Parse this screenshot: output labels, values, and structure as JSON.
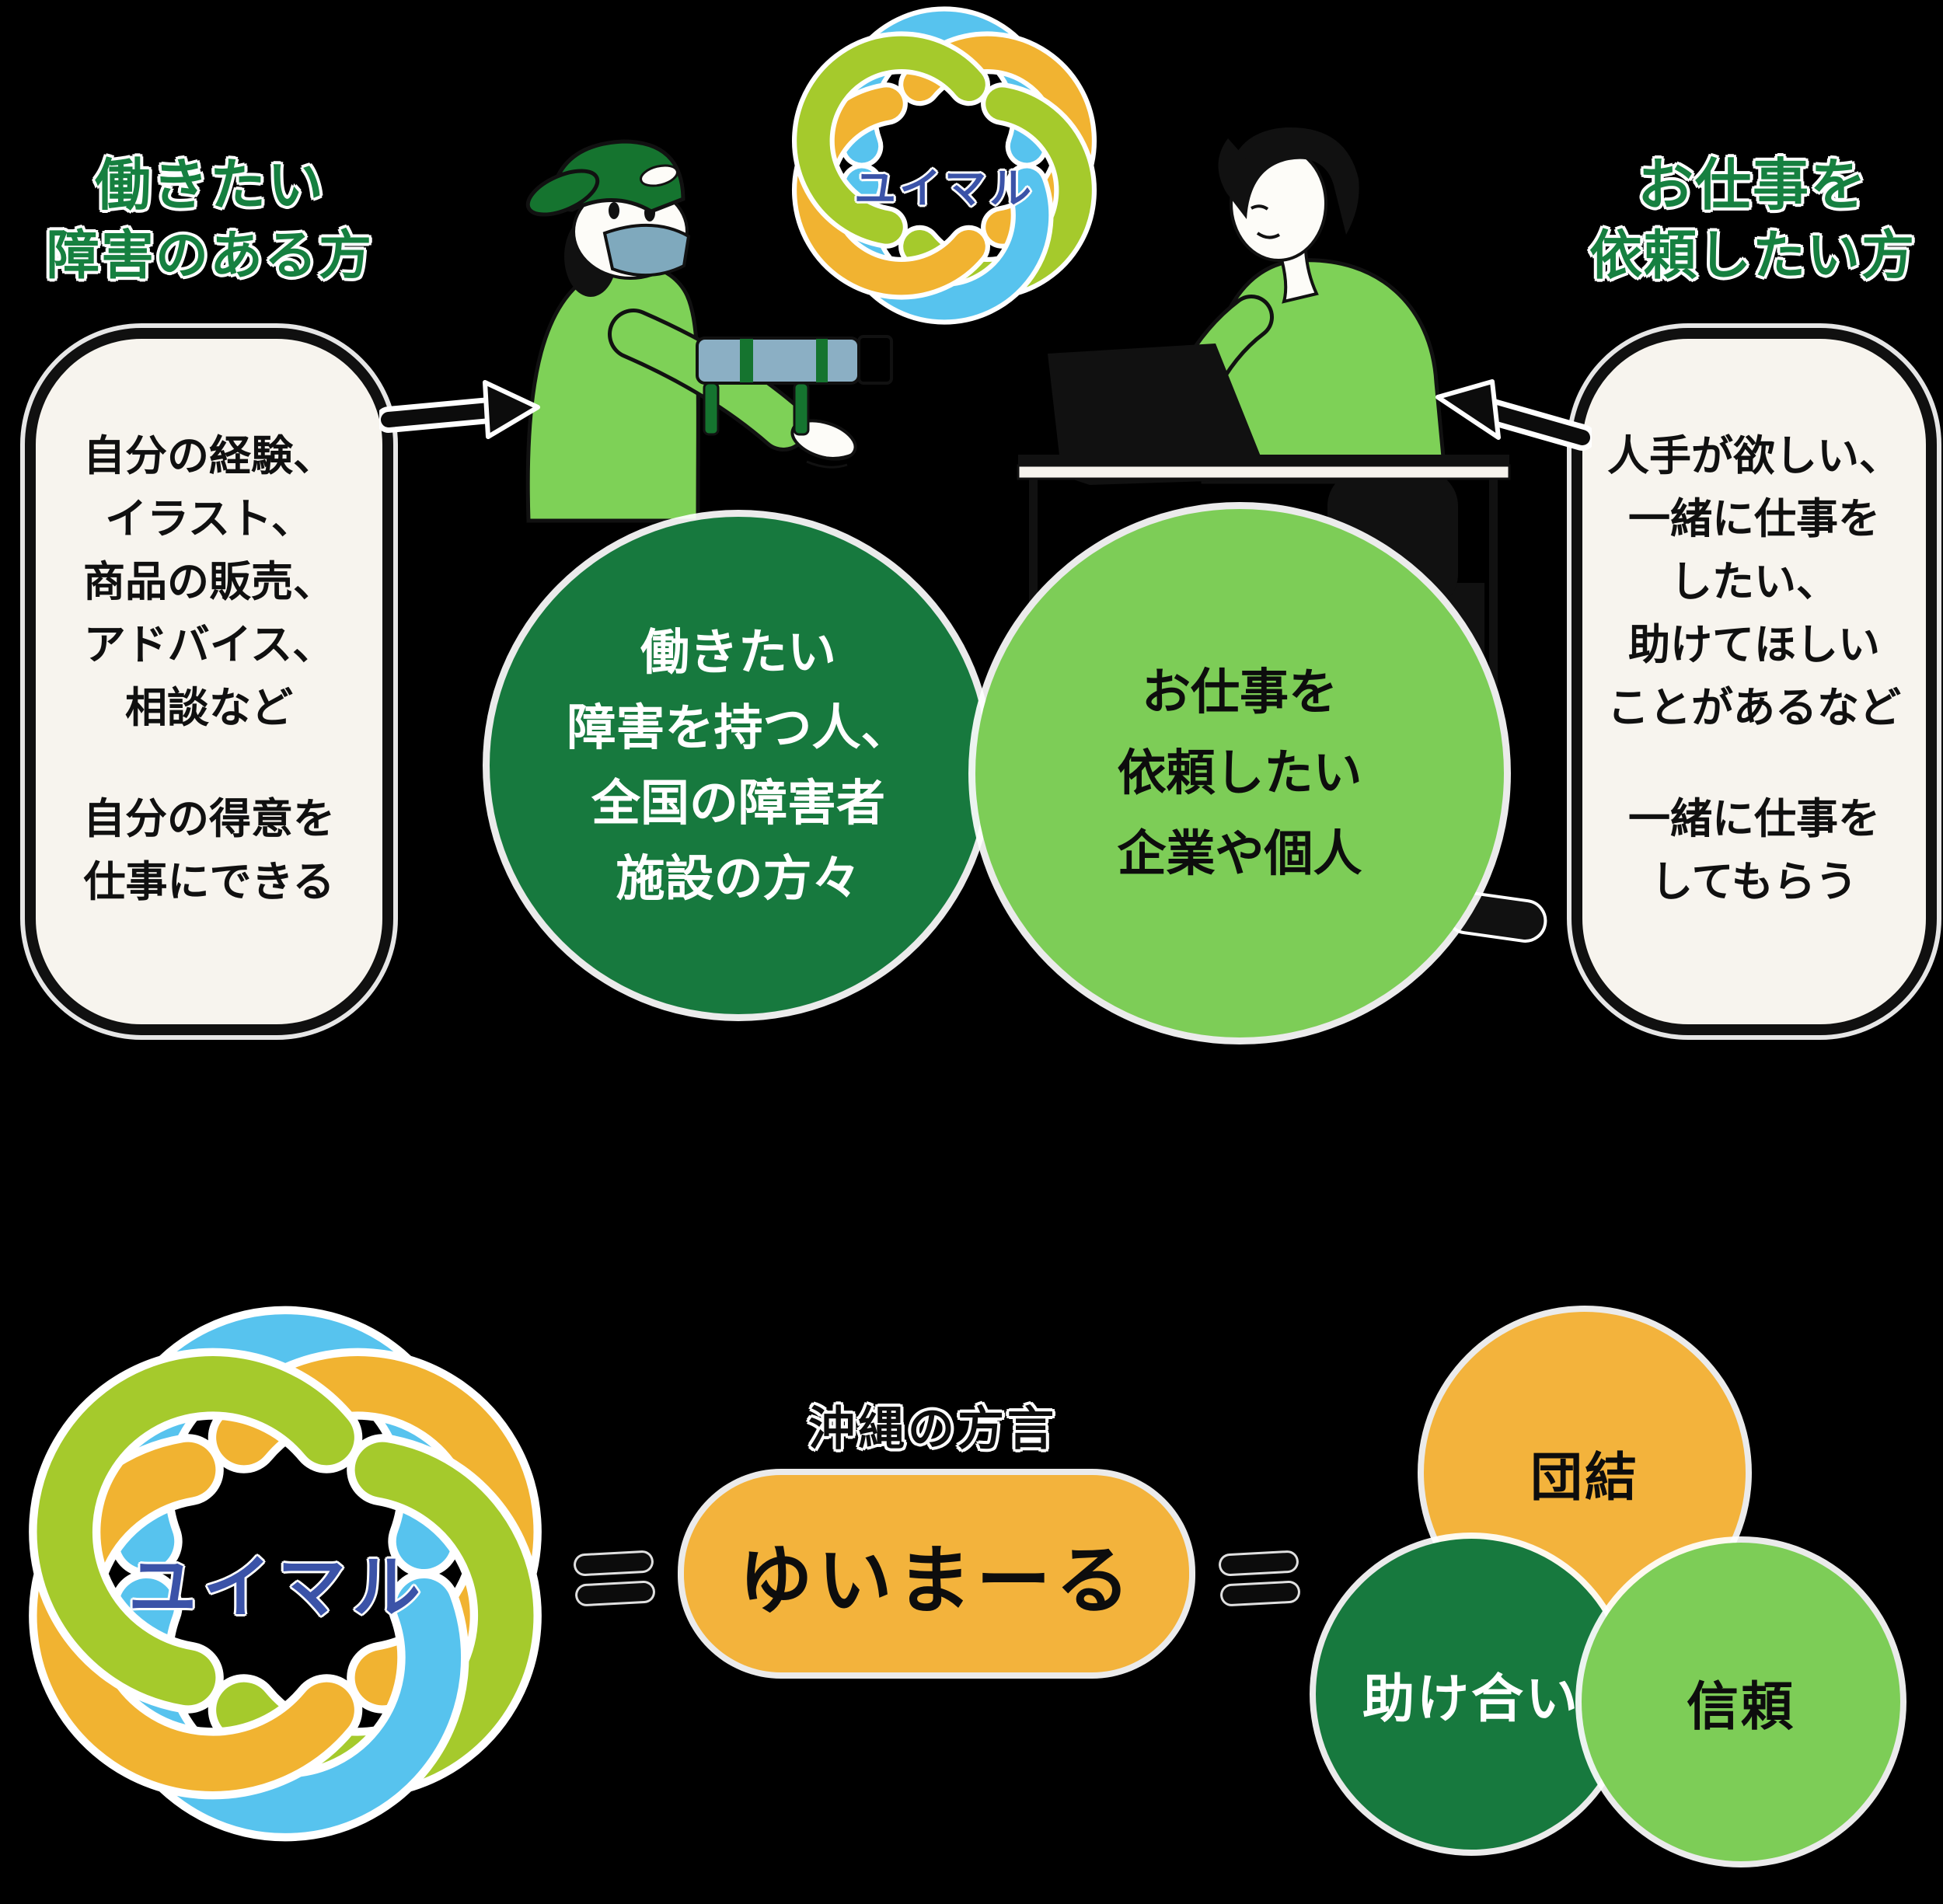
{
  "colors": {
    "background": "#000000",
    "heading_green": "#168040",
    "dark_circle_green": "#17793e",
    "light_circle_green": "#7dcd57",
    "accent_orange": "#f3b33c",
    "logo_blue": "#57c3ee",
    "logo_yellow": "#f1b331",
    "logo_green": "#a5ca2c",
    "logo_text_blue": "#3b53a8",
    "box_background": "#f7f4ee"
  },
  "logo_top": {
    "label": "ユイマル"
  },
  "logo_bottom": {
    "label": "ユイマル"
  },
  "left_side": {
    "heading": [
      "働きたい",
      "障害のある方"
    ],
    "box_top": [
      "自分の経験、",
      "イラスト、",
      "商品の販売、",
      "アドバイス、",
      "相談など"
    ],
    "box_bottom": [
      "自分の得意を",
      "仕事にできる"
    ]
  },
  "right_side": {
    "heading": [
      "お仕事を",
      "依頼したい方"
    ],
    "box_top": [
      "人手が欲しい、",
      "一緒に仕事を",
      "したい、",
      "助けてほしい",
      "ことがあるなど"
    ],
    "box_bottom": [
      "一緒に仕事を",
      "してもらう"
    ]
  },
  "dark_circle": {
    "lines": [
      "働きたい",
      "障害を持つ人、",
      "全国の障害者",
      "施設の方々"
    ]
  },
  "light_circle": {
    "lines": [
      "お仕事を",
      "依頼したい",
      "企業や個人"
    ]
  },
  "bottom": {
    "dialect_note": "沖縄の方言",
    "pill_label": "ゆいまーる",
    "circle_unity": "団結",
    "circle_mutual_help": "助け合い",
    "circle_trust": "信頼"
  },
  "icons": {
    "arrow_left_to_center": "right-arrow",
    "arrow_right_to_center": "left-arrow",
    "equals": "＝"
  }
}
